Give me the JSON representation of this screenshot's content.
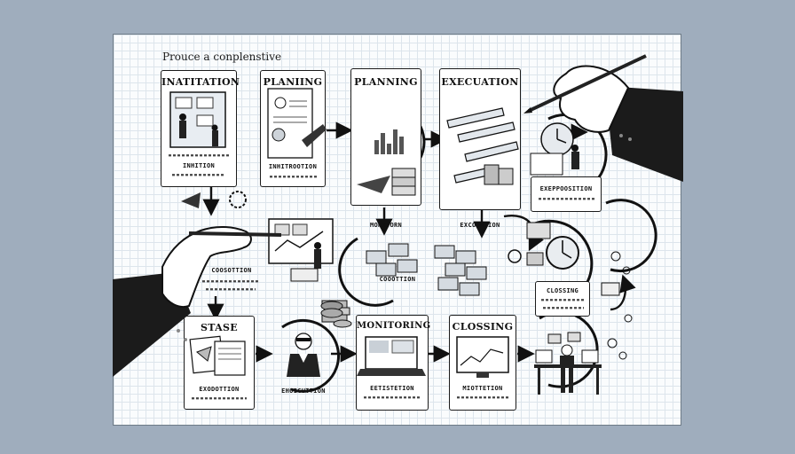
{
  "heading": "Prouce a conplenstive",
  "stages": {
    "initiation": {
      "title": "INATITATION",
      "caption": "INHITION"
    },
    "planing": {
      "title": "PLANIING",
      "caption": "INHITROOTION"
    },
    "planning": {
      "title": "PLANNING",
      "caption": "MONITORN"
    },
    "execution": {
      "title": "EXECUATION",
      "caption": "EXCODUTION"
    },
    "exp": {
      "caption": "EXEPPOOSITION"
    },
    "center": {
      "caption": "COOOTTION"
    },
    "left_mid": {
      "caption": "COOSOTTION"
    },
    "closing_right": {
      "caption": "CLOSSING"
    },
    "stase": {
      "title": "STASE",
      "caption": "EXODOTTION"
    },
    "person": {
      "caption": "EHOIGUTTION"
    },
    "monitoring": {
      "title": "MONITORING",
      "caption": "EETISTETION"
    },
    "closing": {
      "title": "CLOSSING",
      "caption": "MIOTTETION"
    }
  }
}
